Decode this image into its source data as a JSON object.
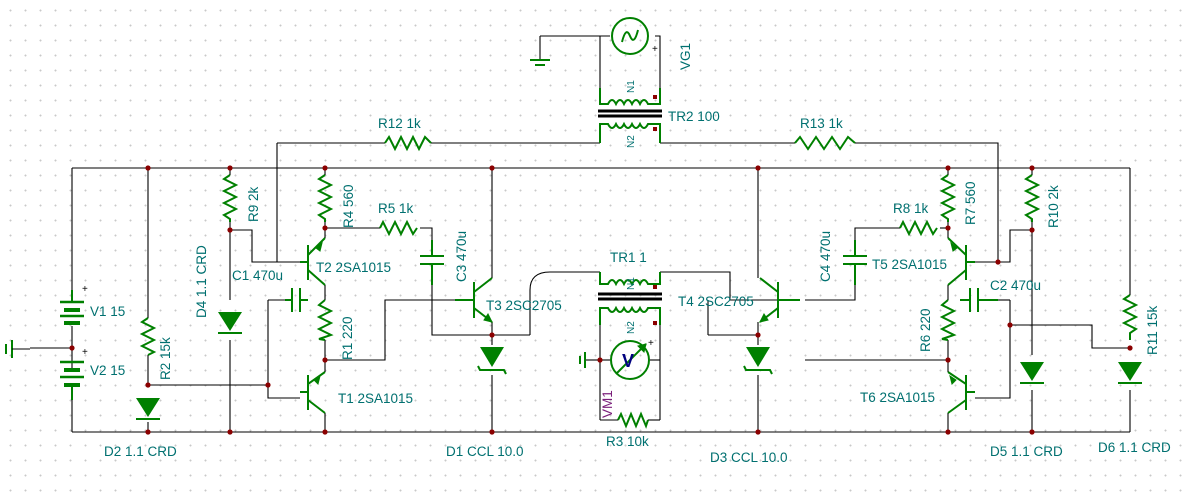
{
  "labels": {
    "vg1": "VG1",
    "tr2": "TR2 100",
    "tr1": "TR1 1",
    "n1": "N1",
    "n2": "N2",
    "r12": "R12 1k",
    "r13": "R13 1k",
    "r9": "R9 2k",
    "r4": "R4 560",
    "r5": "R5 1k",
    "c3": "C3 470u",
    "c1": "C1 470u",
    "t2": "T2 2SA1015",
    "r1": "R1 220",
    "t3": "T3 2SC2705",
    "d4": "D4 1.1 CRD",
    "v1": "V1 15",
    "v2": "V2 15",
    "r2": "R2 15k",
    "t1": "T1 2SA1015",
    "d2": "D2 1.1 CRD",
    "d1": "D1 CCL 10.0",
    "vm1": "VM1",
    "r3": "R3 10k",
    "d3": "D3 CCL 10.0",
    "t4": "T4 2SC2705",
    "c4": "C4 470u",
    "r8": "R8 1k",
    "r7": "R7 560",
    "t5": "T5 2SA1015",
    "r10": "R10 2k",
    "c2": "C2 470u",
    "r6": "R6 220",
    "r11": "R11 15k",
    "t6": "T6 2SA1015",
    "d5": "D5 1.1 CRD",
    "d6": "D6 1.1 CRD",
    "plus": "+",
    "meter": "V"
  },
  "colors": {
    "wire": "#000000",
    "component": "#008000",
    "label": "#007070",
    "meter_label": "#7a1f7a",
    "junction": "#8b0000",
    "pin_mark": "#d04040"
  }
}
